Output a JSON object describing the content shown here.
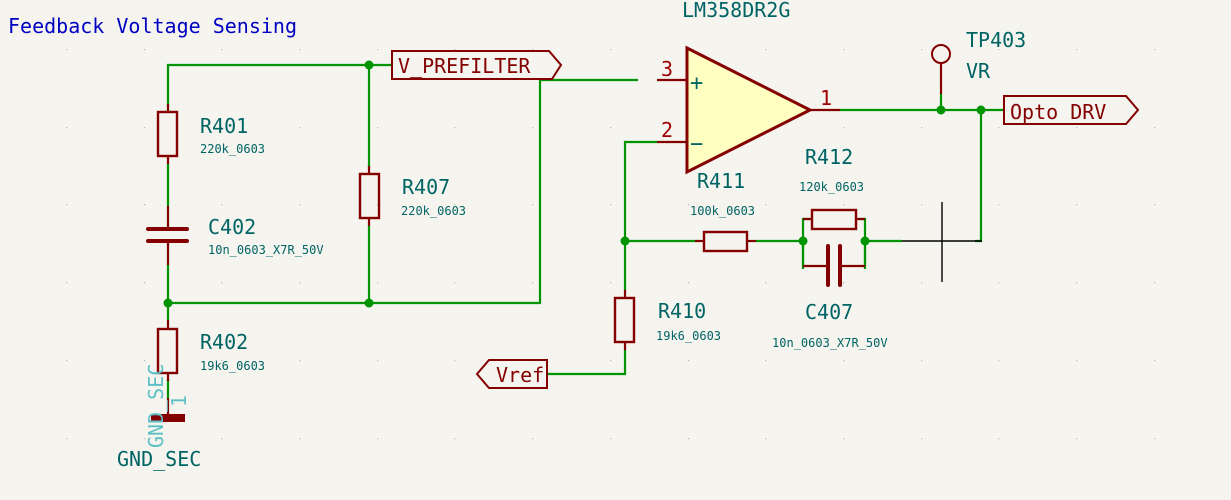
{
  "sheet": {
    "title": "Feedback Voltage Sensing"
  },
  "colors": {
    "background": "#f5f4ef",
    "wire": "#009400",
    "component": "#840000",
    "reference_text": "#006464",
    "title_text": "#0000c2",
    "opamp_fill": "#ffffc2"
  },
  "components": {
    "r401": {
      "ref": "R401",
      "value": "220k_0603"
    },
    "r407": {
      "ref": "R407",
      "value": "220k_0603"
    },
    "c402": {
      "ref": "C402",
      "value": "10n_0603_X7R_50V"
    },
    "r402": {
      "ref": "R402",
      "value": "19k6_0603"
    },
    "opamp": {
      "ref": "LM358DR2G",
      "pin_in_plus": "3",
      "pin_in_minus": "2",
      "pin_out": "1",
      "plus_symbol": "+",
      "minus_symbol": "−"
    },
    "r411": {
      "ref": "R411",
      "value": "100k_0603"
    },
    "r412": {
      "ref": "R412",
      "value": "120k_0603"
    },
    "c407": {
      "ref": "C407",
      "value": "10n_0603_X7R_50V"
    },
    "r410": {
      "ref": "R410",
      "value": "19k6_0603"
    },
    "tp403": {
      "ref": "TP403",
      "value": "VR"
    },
    "gnd": {
      "ref": "GND_SEC",
      "ghost_name": "GND_SEC",
      "ghost_pin": "1"
    }
  },
  "labels": {
    "v_prefilter": "V_PREFILTER",
    "opto_drv": "Opto_DRV",
    "vref": "Vref"
  }
}
